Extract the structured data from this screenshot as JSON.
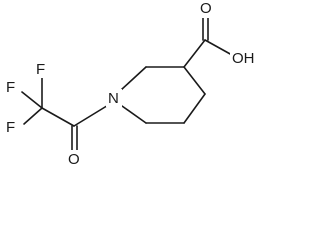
{
  "structure": {
    "atoms": {
      "fluorine_top": "F",
      "fluorine_left_upper": "F",
      "fluorine_left_lower": "F",
      "nitrogen": "N",
      "carbonyl_oxygen": "O",
      "carboxyl_hydroxyl": "OH",
      "carboxyl_oxygen": "O"
    }
  }
}
